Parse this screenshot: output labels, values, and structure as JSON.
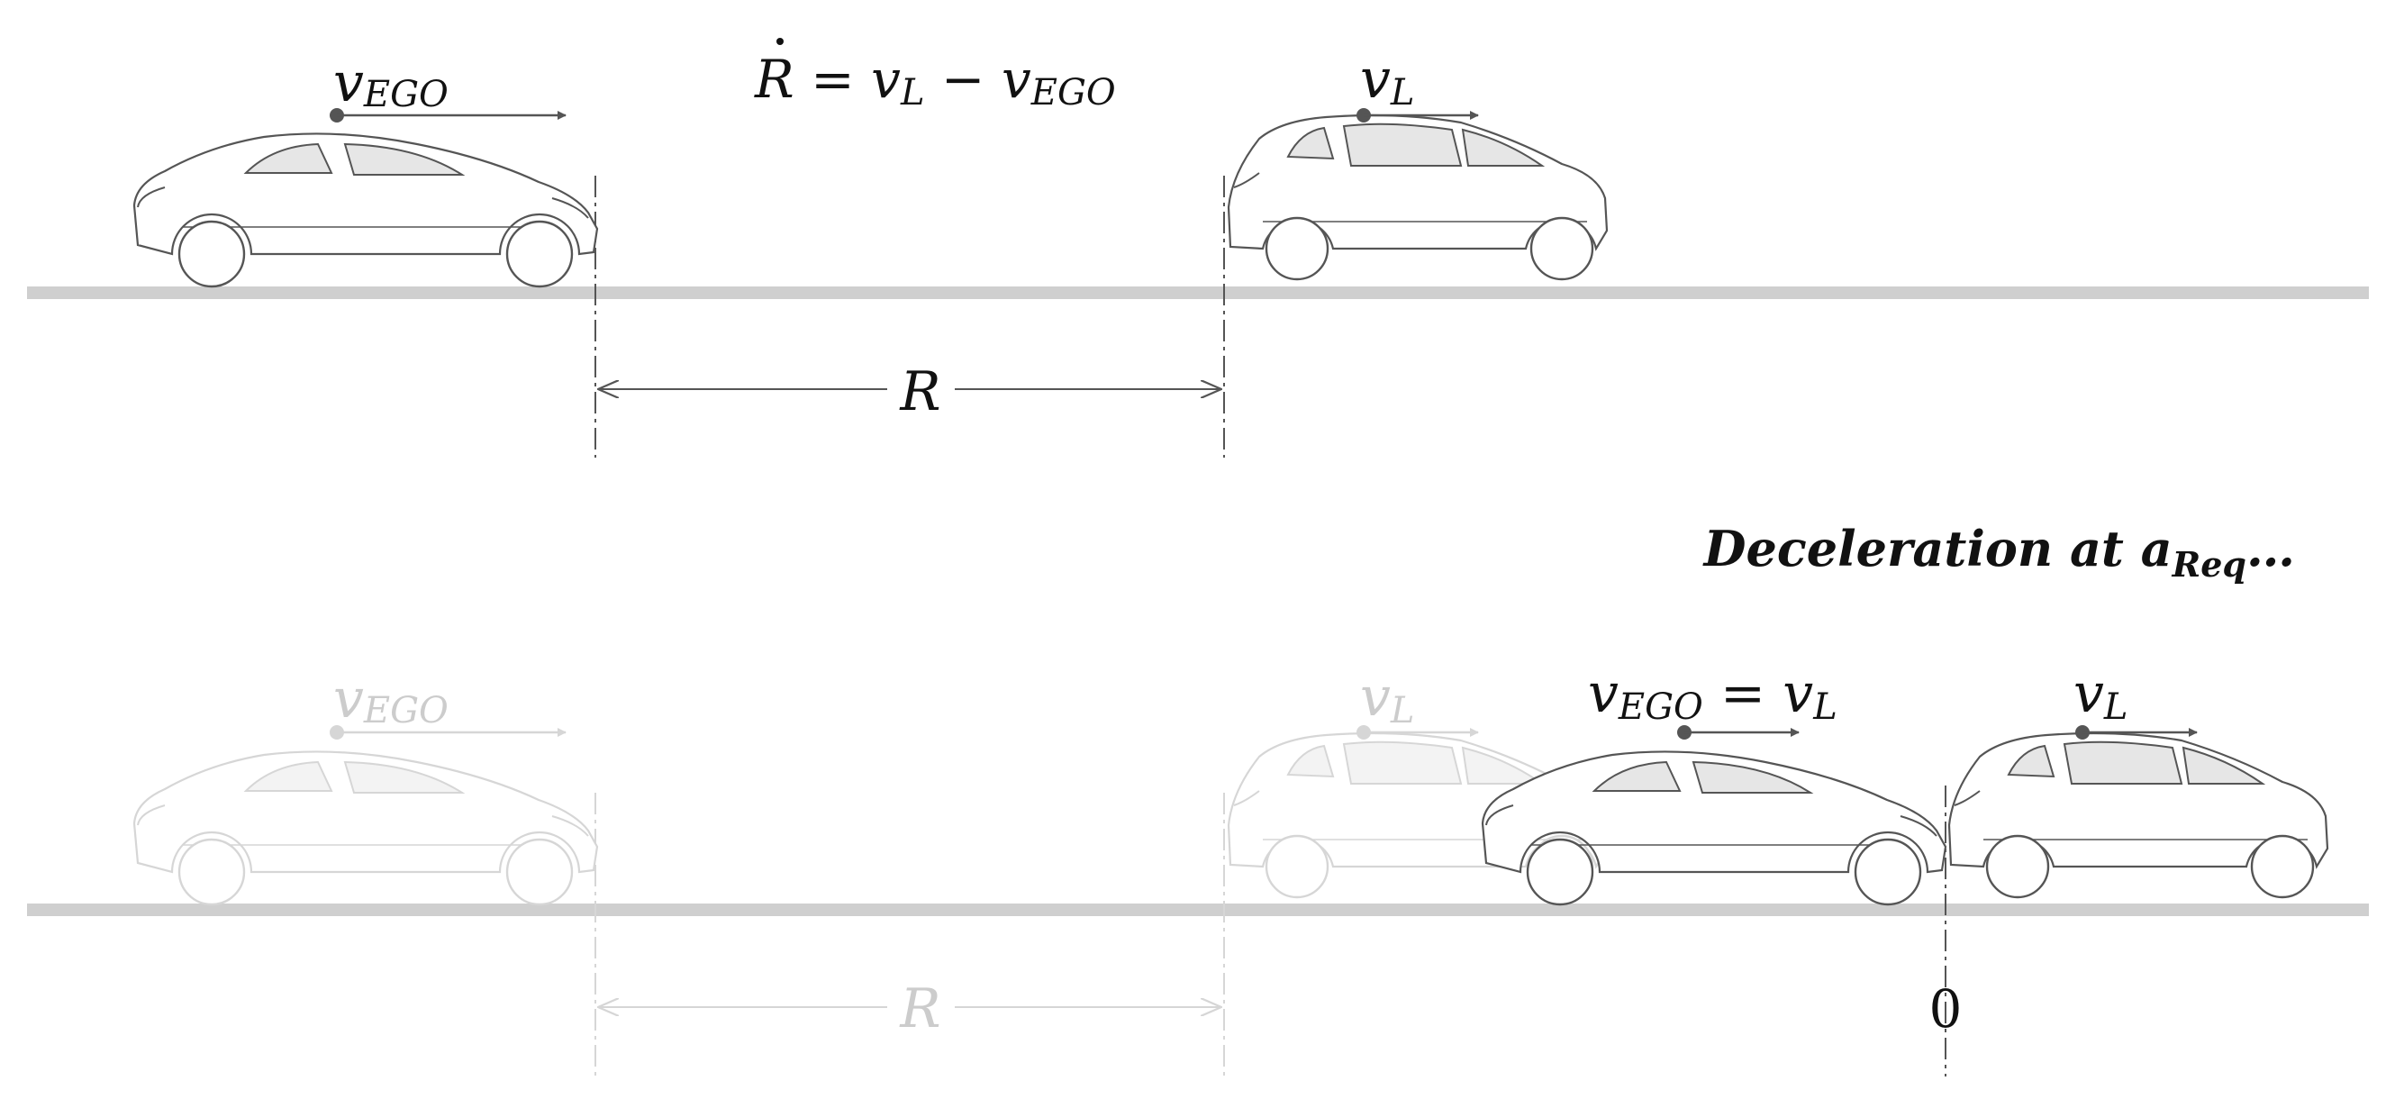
{
  "colors": {
    "dark": "#555555",
    "faded": "#d6d6d6",
    "road": "#cfcfcf",
    "text_dark": "#111111",
    "text_faded": "#cccccc",
    "window_fill": "#e6e6e6",
    "window_fill_faded": "#f3f3f3"
  },
  "top_scene": {
    "ego_label": {
      "v": "v",
      "sub": "EGO"
    },
    "equation": {
      "r": "R",
      "eq": " = ",
      "vl": "v",
      "vl_sub": "L",
      "minus": " − ",
      "vego": "v",
      "vego_sub": "EGO"
    },
    "lead_label": {
      "v": "v",
      "sub": "L"
    },
    "range_label": "R"
  },
  "bottom_scene": {
    "title": {
      "main": "Deceleration at ",
      "a": "a",
      "sub": "Req",
      "tail": "…"
    },
    "ghost_ego_label": {
      "v": "v",
      "sub": "EGO"
    },
    "ghost_lead_label": {
      "v": "v",
      "sub": "L"
    },
    "ghost_range_label": "R",
    "ego_label": {
      "v": "v",
      "sub": "EGO",
      "eq": " = ",
      "v2": "v",
      "sub2": "L"
    },
    "lead_label": {
      "v": "v",
      "sub": "L"
    },
    "zero_label": "0"
  }
}
